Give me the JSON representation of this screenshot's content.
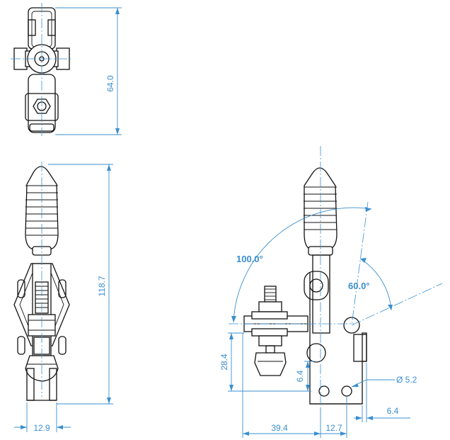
{
  "colors": {
    "line": "#111111",
    "dimension": "#3a8fd0",
    "background": "#ffffff"
  },
  "dimensions": {
    "top_height": "64.0",
    "side_height": "118.7",
    "side_width": "12.9",
    "front_height": "28.4",
    "front_offset": "6.4",
    "hole_diameter": "Ø 5.2",
    "base_edge": "6.4",
    "horizontal_reach": "39.4",
    "hole_spacing": "12.7"
  },
  "angles": {
    "handle_open": "100.0°",
    "arm_open": "60.0°"
  }
}
